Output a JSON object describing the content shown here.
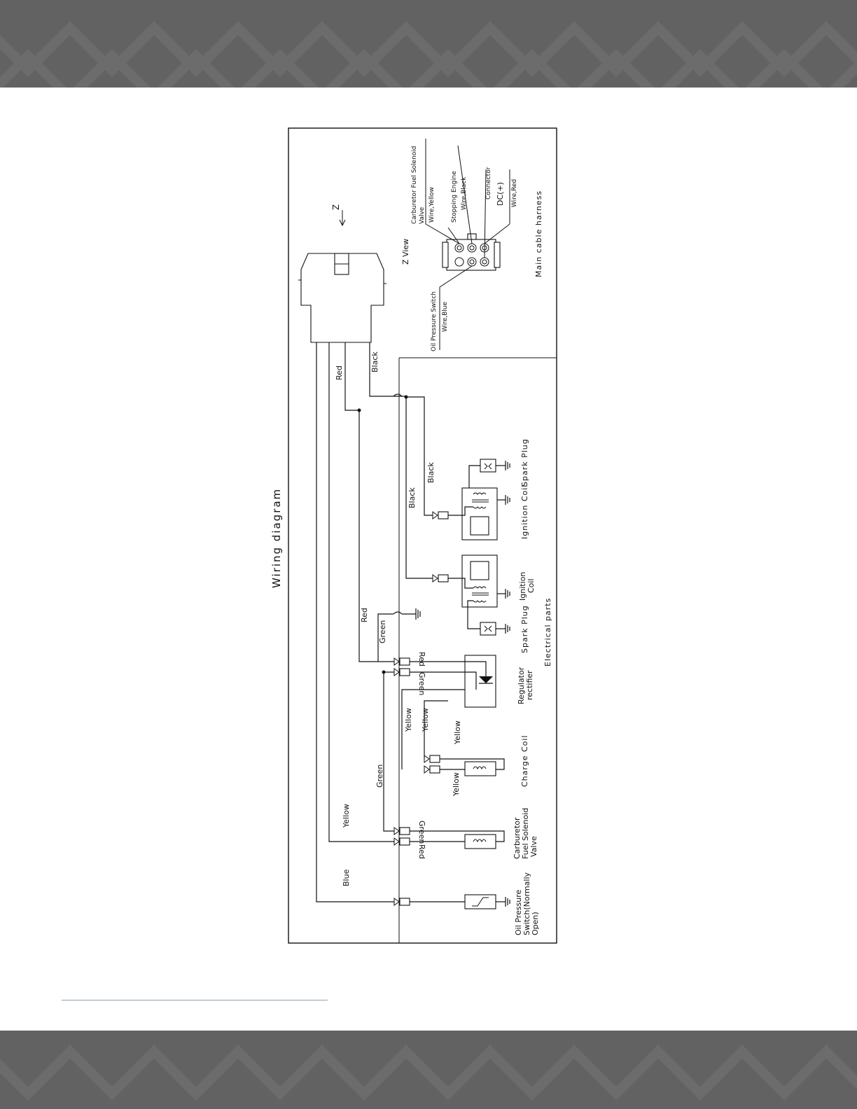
{
  "page": {
    "band_color": "#626262",
    "footnote_rule_color": "#8fa0b2"
  },
  "diagram": {
    "title": "Wiring diagram",
    "z_arrow": "Z",
    "z_view": "Z View",
    "main_harness": "Main cable harness",
    "electrical_parts": "Electrical parts",
    "connector_labels": {
      "carb_valve_a": "Carburetor Fuel Solenoid",
      "carb_valve_b": "Valve",
      "carb_wire": "Wire,Yellow",
      "stop_engine": "Stopping Engine",
      "stop_wire": "Wire,Black",
      "connector": "Connector",
      "dc": "DC(+)",
      "dc_wire": "Wire,Red",
      "oil_switch": "Oil Pressure Switch",
      "oil_wire": "Wire,Blue"
    },
    "wire_labels": {
      "red_main": "Red",
      "black_main": "Black",
      "black_1": "Black",
      "black_2": "Black",
      "red_mid": "Red",
      "green_mid": "Green",
      "red_reg": "Red",
      "green_reg": "Green",
      "yellow_1": "Yellow",
      "yellow_2": "Yellow",
      "yellow_3": "Yellow",
      "yellow_4": "Yellow",
      "green_low": "Green",
      "yellow_low": "Yellow",
      "green_carb": "Green",
      "red_carb": "Red",
      "blue": "Blue"
    },
    "components": {
      "spark_plug_1": "Spark Plug",
      "ignition_coil_1": "Ignition Coil",
      "ignition_coil_2_a": "Ignition",
      "ignition_coil_2_b": "Coil",
      "spark_plug_2": "Spark Plug",
      "regulator_a": "Regulator",
      "regulator_b": "rectifier",
      "charge_coil": "Charge Coil",
      "carb_a": "Carburetor",
      "carb_b": "Fuel Solenoid",
      "carb_c": "Valve",
      "oil_a": "Oil Pressure",
      "oil_b": "Switch(Normally",
      "oil_c": "Open)"
    }
  }
}
